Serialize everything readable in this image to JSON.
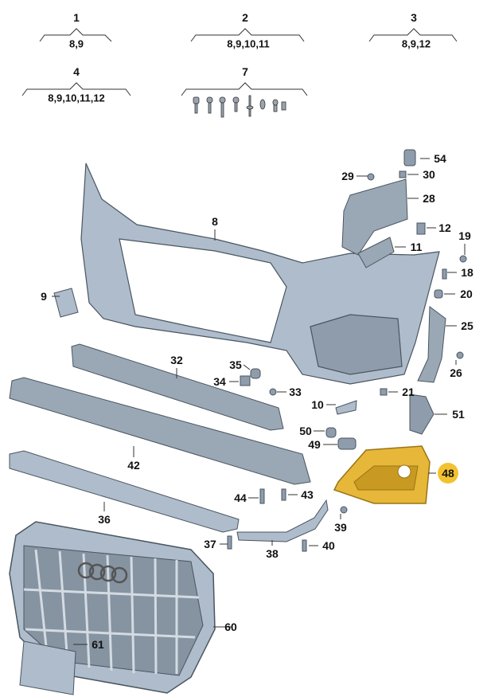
{
  "groups": [
    {
      "id": "1",
      "contents": "8,9"
    },
    {
      "id": "2",
      "contents": "8,9,10,11"
    },
    {
      "id": "3",
      "contents": "8,9,12"
    },
    {
      "id": "4",
      "contents": "8,9,10,11,12"
    },
    {
      "id": "7",
      "contents": ""
    }
  ],
  "callouts": [
    "8",
    "9",
    "32",
    "35",
    "34",
    "33",
    "42",
    "36",
    "37",
    "38",
    "40",
    "39",
    "44",
    "43",
    "10",
    "50",
    "49",
    "21",
    "51",
    "26",
    "25",
    "20",
    "18",
    "19",
    "12",
    "11",
    "28",
    "29",
    "30",
    "54",
    "60",
    "61"
  ],
  "highlighted": {
    "id": "48",
    "color": "#f2c230"
  },
  "colors": {
    "part_fill": "#aebccb",
    "part_stroke": "#4a5560",
    "highlight_fill": "#e7b73a"
  }
}
